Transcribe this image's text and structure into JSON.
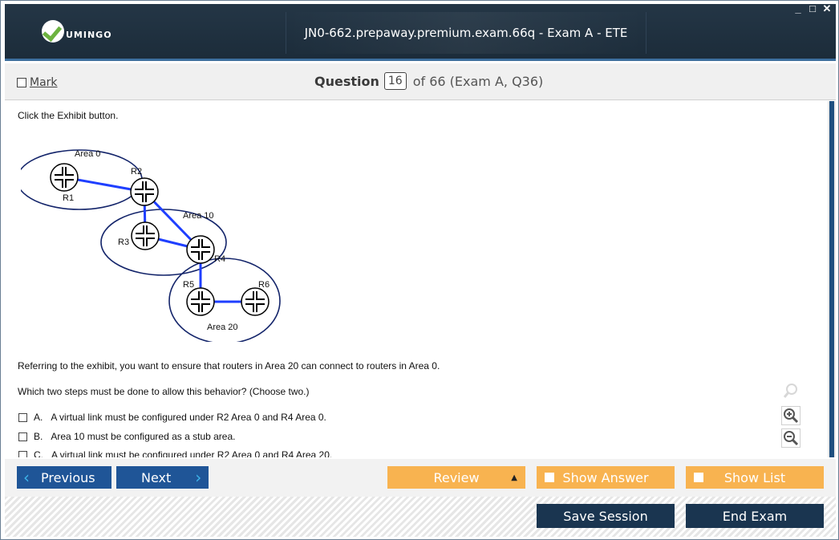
{
  "app": {
    "logo_text": "UMINGO",
    "window_title": "JN0-662.prepaway.premium.exam.66q - Exam A - ETE Player",
    "controls": {
      "minimize": "_",
      "maximize": "□",
      "close": "✕"
    }
  },
  "header": {
    "mark_label": "Mark",
    "question_label": "Question",
    "question_number": "16",
    "question_of": "of 66 (Exam A, Q36)"
  },
  "question": {
    "intro": "Click the Exhibit button.",
    "exhibit": {
      "areas": [
        "Area 0",
        "Area 10",
        "Area 20"
      ],
      "routers": [
        "R1",
        "R2",
        "R3",
        "R4",
        "R5",
        "R6"
      ]
    },
    "stem": "Referring to the exhibit, you want to ensure that routers in Area 20 can connect to routers in Area 0.",
    "prompt": "Which two steps must be done to allow this behavior? (Choose two.)",
    "answers": [
      {
        "letter": "A.",
        "text": "A virtual link must be configured under R2 Area 0 and R4 Area 0."
      },
      {
        "letter": "B.",
        "text": "Area 10 must be configured as a stub area."
      },
      {
        "letter": "C.",
        "text": "A virtual link must be configured under R2 Area 0 and R4 Area 20."
      }
    ]
  },
  "zoom": {
    "icons": [
      "magnifier-icon",
      "zoom-in-icon",
      "zoom-out-icon"
    ]
  },
  "nav": {
    "previous": "Previous",
    "next": "Next",
    "review": "Review",
    "show_answer": "Show Answer",
    "show_list": "Show List"
  },
  "footer": {
    "save_session": "Save Session",
    "end_exam": "End Exam"
  },
  "colors": {
    "titlebar": "#1f2f3e",
    "nav_button": "#1f5597",
    "orange_button": "#f8b350",
    "navy_button": "#1a3550",
    "link": "#1f3fff"
  }
}
